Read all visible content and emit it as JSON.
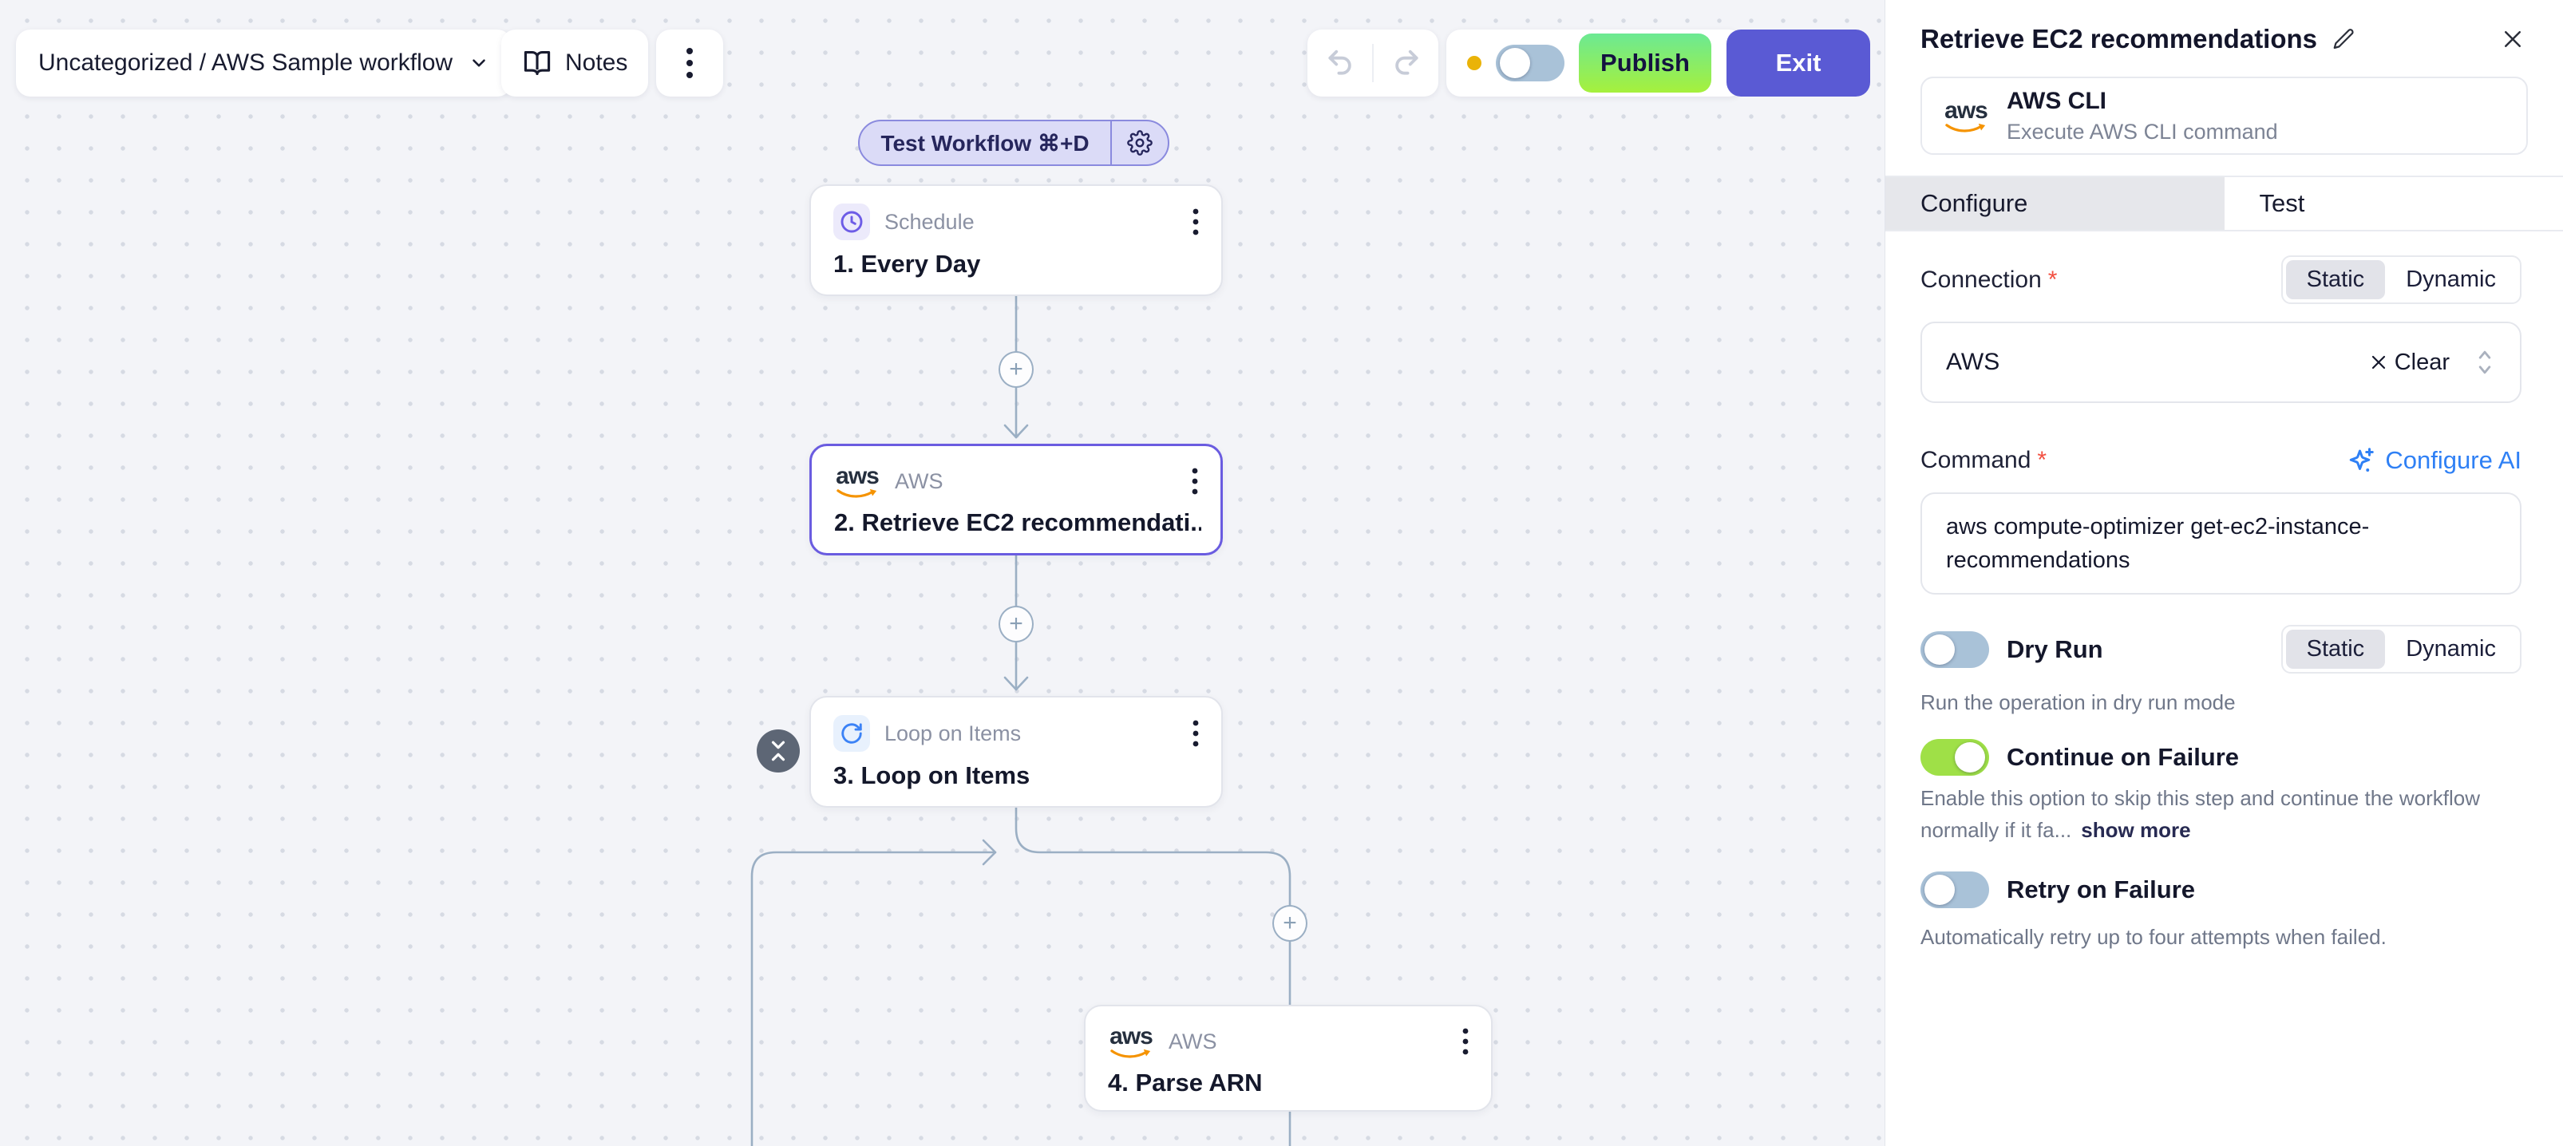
{
  "topbar": {
    "breadcrumb": "Uncategorized / AWS Sample workflow",
    "notes_label": "Notes",
    "publish_label": "Publish",
    "exit_label": "Exit"
  },
  "canvas": {
    "test_button_label": "Test Workflow ⌘+D",
    "aws_logo_text": "aws",
    "nodes": {
      "schedule": {
        "app": "Schedule",
        "title": "1. Every Day"
      },
      "retrieve": {
        "app": "AWS",
        "title": "2. Retrieve EC2 recommendati..."
      },
      "loop": {
        "app": "Loop on Items",
        "title": "3. Loop on Items"
      },
      "parse": {
        "app": "AWS",
        "title": "4. Parse ARN"
      }
    }
  },
  "panel": {
    "title": "Retrieve EC2 recommendations",
    "app_name": "AWS CLI",
    "app_desc": "Execute AWS CLI command",
    "tab_configure": "Configure",
    "tab_test": "Test",
    "static_label": "Static",
    "dynamic_label": "Dynamic",
    "required_mark": "*",
    "connection_label": "Connection",
    "connection_value": "AWS",
    "clear_label": "Clear",
    "command_label": "Command",
    "configure_ai_label": "Configure AI",
    "command_value": "aws compute-optimizer get-ec2-instance-recommendations",
    "dry_run_label": "Dry Run",
    "dry_run_caption": "Run the operation in dry run mode",
    "continue_label": "Continue on Failure",
    "continue_desc": "Enable this option to skip this step and continue the workflow normally if it fa...",
    "show_more_label": "show more",
    "retry_label": "Retry on Failure",
    "retry_caption": "Automatically retry up to four attempts when failed."
  },
  "colors": {
    "accent_indigo": "#5a5ad4",
    "selected_border": "#6a5ce0",
    "publish_green_top": "#6ce993",
    "publish_green_bottom": "#a6f03c",
    "toggle_on": "#9fe047",
    "toggle_off": "#a9c2d8",
    "link_blue": "#2f80f5",
    "edge_gray": "#9bafc4",
    "warn_dot": "#eab308",
    "aws_orange": "#f59300"
  }
}
